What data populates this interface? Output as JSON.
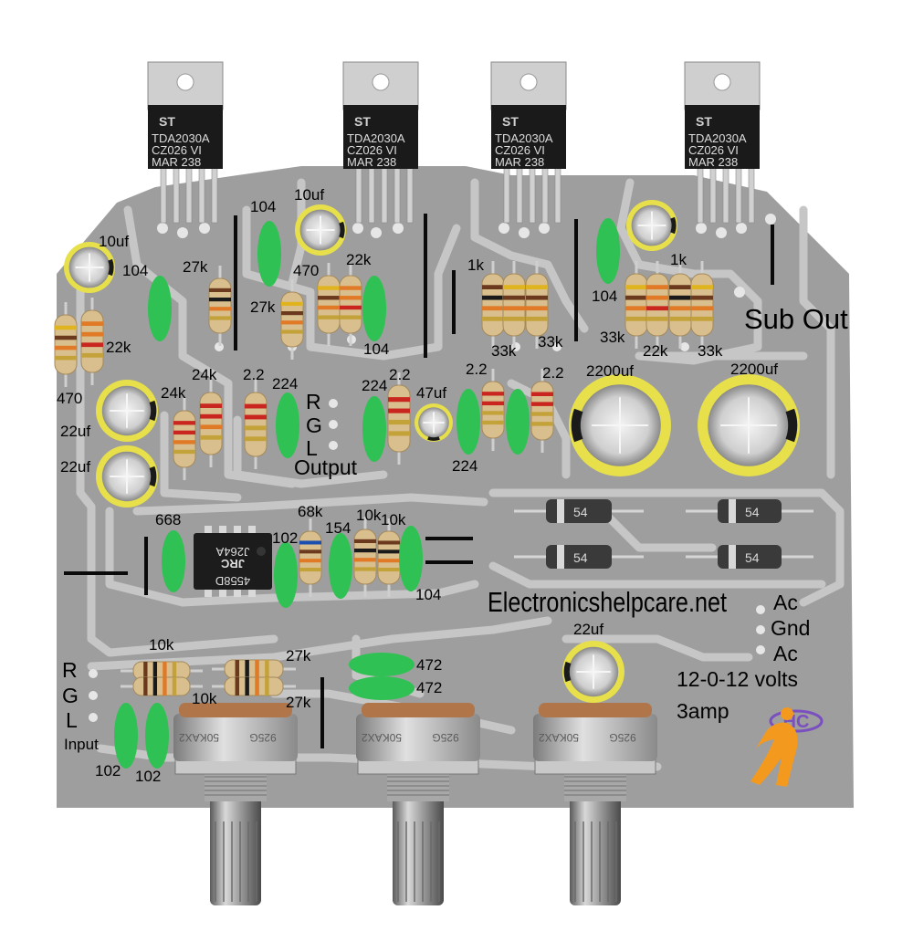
{
  "colors": {
    "pcb_board": "#9e9e9e",
    "pcb_trace": "#c6c6c6",
    "ceramic_cap": "#2fc153",
    "electrolytic_rim": "#e7e04b",
    "diode_body": "#3a3a3a",
    "resistor_body": "#d9be8e",
    "heatsink_tab": "#cfcfcf",
    "ic_body": "#1c1c1c",
    "pot_ring": "#b0764a",
    "logo_orange": "#f39a1e",
    "logo_purple": "#7a4fc0"
  },
  "regulators": [
    {
      "part": "TDA2030A",
      "code": "CZ026 VI",
      "date": "MAR  238"
    },
    {
      "part": "TDA2030A",
      "code": "CZ026 VI",
      "date": "MAR  238"
    },
    {
      "part": "TDA2030A",
      "code": "CZ026 VI",
      "date": "MAR  238"
    },
    {
      "part": "TDA2030A",
      "code": "CZ026 VI",
      "date": "MAR  238"
    }
  ],
  "op_amp": {
    "brand": "JRC",
    "part": "4558D",
    "lot": "J264A"
  },
  "diodes": [
    {
      "marking": "54"
    },
    {
      "marking": "54"
    },
    {
      "marking": "54"
    },
    {
      "marking": "54"
    }
  ],
  "pots": [
    {
      "marking": "50KAX2",
      "code": "925G"
    },
    {
      "marking": "50KAX2",
      "code": "925G"
    },
    {
      "marking": "50KAX2",
      "code": "925G"
    }
  ],
  "labels": {
    "c_10uf_left": "10uf",
    "c_10uf_top": "10uf",
    "c_104_a": "104",
    "c_104_b": "104",
    "c_104_c": "104",
    "c_104_d": "104",
    "c_104_e": "104",
    "r_27k_a": "27k",
    "r_27k_b": "27k",
    "r_470_top": "470",
    "r_22k_top": "22k",
    "r_22k_left": "22k",
    "r_470_left": "470",
    "c_22uf_a": "22uf",
    "c_22uf_b": "22uf",
    "r_24k_a": "24k",
    "r_24k_b": "24k",
    "r_22_a": "2.2",
    "c_224_a": "224",
    "c_224_b": "224",
    "c_224_c": "224",
    "r_22_b": "2.2",
    "c_47uf": "47uf",
    "r_22_c": "2.2",
    "r_22_d": "2.2",
    "r_1k_a": "1k",
    "r_1k_b": "1k",
    "r_33k_a": "33k",
    "r_33k_b": "33k",
    "r_33k_c": "33k",
    "r_22k_c": "22k",
    "r_33k_d": "33k",
    "c_2200uf_a": "2200uf",
    "c_2200uf_b": "2200uf",
    "sub_out": "Sub Out",
    "out_r": "R",
    "out_g": "G",
    "out_l": "L",
    "output": "Output",
    "c_668": "668",
    "r_68k": "68k",
    "c_102_mid": "102",
    "c_154": "154",
    "r_10k_a": "10k",
    "r_10k_b": "10k",
    "c_104_mid": "104",
    "website": "Electronicshelpcare.net",
    "ac_top": "Ac",
    "gnd": "Gnd",
    "ac_bottom": "Ac",
    "voltage": "12-0-12 volts",
    "amperage": "3amp",
    "c_22uf_bottom": "22uf",
    "r_10k_c": "10k",
    "r_10k_d": "10k",
    "r_27k_c": "27k",
    "r_27k_d": "27k",
    "c_472_a": "472",
    "c_472_b": "472",
    "in_r": "R",
    "in_g": "G",
    "in_l": "L",
    "input": "Input",
    "c_102_a": "102",
    "c_102_b": "102",
    "logo_letters": "HC"
  }
}
